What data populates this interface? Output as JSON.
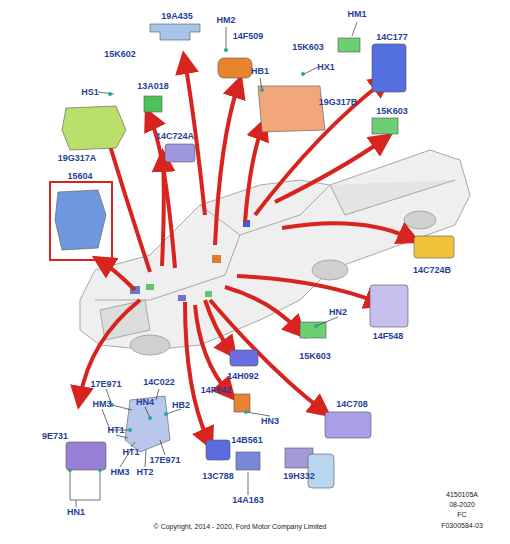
{
  "diagram": {
    "labels": [
      "19A435",
      "HM2",
      "HM1",
      "14F509",
      "15K602",
      "15K603",
      "14C177",
      "HS1",
      "13A018",
      "HB1",
      "HX1",
      "19G317B",
      "19G317A",
      "14C724A",
      "15K603",
      "15604",
      "14C724B",
      "HN2",
      "14F548",
      "15K603",
      "14H092",
      "17E971",
      "14C022",
      "14F642",
      "HM3",
      "HN4",
      "HB2",
      "HN3",
      "14C708",
      "9E731",
      "HT1",
      "HT1",
      "13C788",
      "14B561",
      "17E971",
      "HM3",
      "HT2",
      "HN1",
      "14A163",
      "19H332",
      "4150105A",
      "08-2020",
      "FC",
      "F0300584-03",
      "© Copyright, 2014 - 2020, Ford Motor Company Limited"
    ]
  }
}
